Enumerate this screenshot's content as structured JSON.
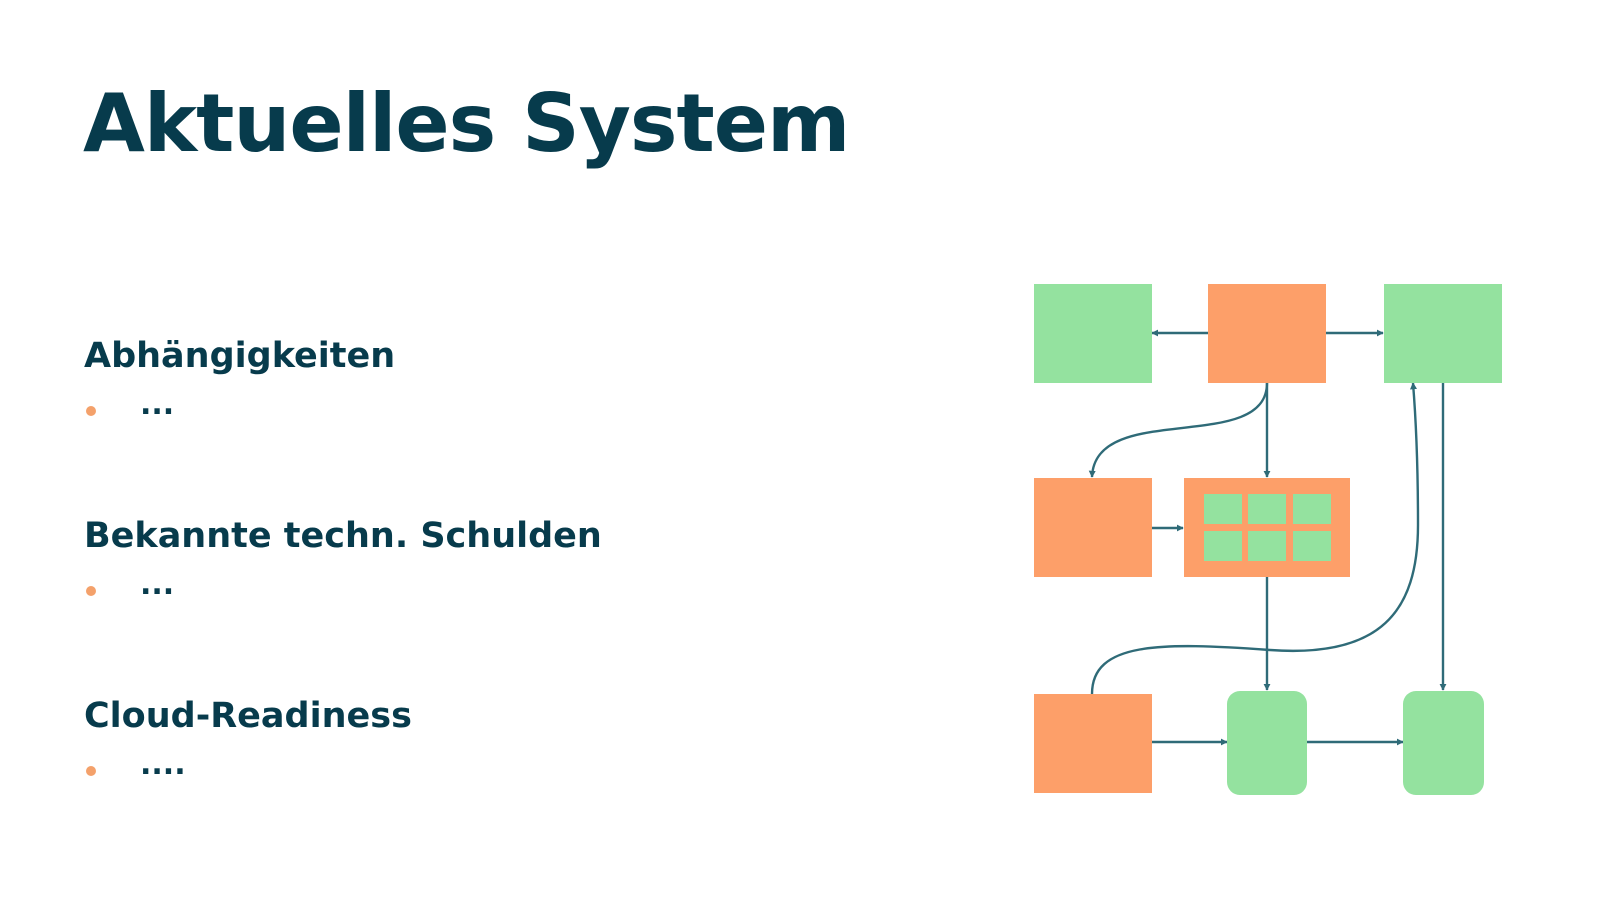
{
  "slide": {
    "title": "Aktuelles System"
  },
  "sections": [
    {
      "heading": "Abhängigkeiten",
      "bullet": "..."
    },
    {
      "heading": "Bekannte techn. Schulden",
      "bullet": "..."
    },
    {
      "heading": "Cloud-Readiness",
      "bullet": "...."
    }
  ],
  "colors": {
    "text": "#073b4c",
    "bullet_accent": "#f4a16b",
    "node_green": "#94e29f",
    "node_orange": "#fd9f69",
    "edge": "#2f6b78"
  }
}
